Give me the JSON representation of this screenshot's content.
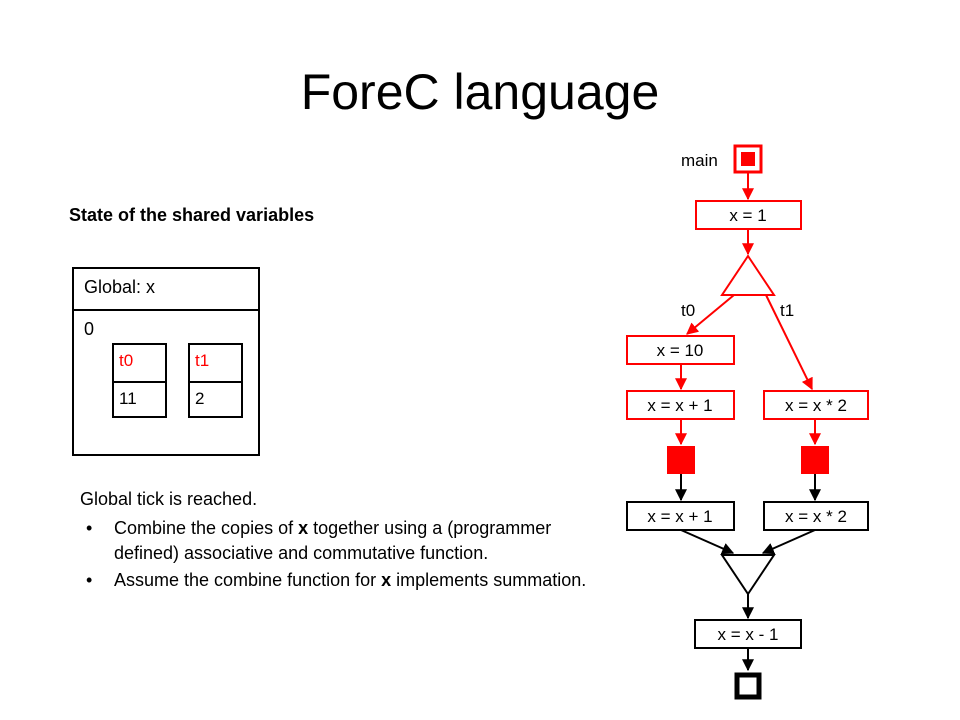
{
  "slide": {
    "title": "ForeC language",
    "subtitle": "State of the shared variables"
  },
  "global_state": {
    "header": "Global: x",
    "value": "0",
    "threads": [
      {
        "label": "t0",
        "value": "11"
      },
      {
        "label": "t1",
        "value": "2"
      }
    ]
  },
  "notes": {
    "lead": "Global tick is reached.",
    "bullet_char": "•",
    "bullet1": {
      "before": "Combine the copies of ",
      "bold": "x",
      "after": " together using a (programmer defined) associative and commutative function."
    },
    "bullet2": {
      "before": "Assume the combine function for ",
      "bold": "x",
      "after": " implements summation."
    }
  },
  "graph": {
    "main_label": "main",
    "branch_left": "t0",
    "branch_right": "t1",
    "node_x_eq_1": "x = 1",
    "node_t0_x_eq_10": "x = 10",
    "node_t0_x_plus_1_a": "x = x + 1",
    "node_t1_x_times_2_a": "x = x * 2",
    "node_t0_x_plus_1_b": "x = x + 1",
    "node_t1_x_times_2_b": "x = x * 2",
    "node_x_minus_1": "x = x - 1",
    "active_color": "#ff0000",
    "inactive_color": "#000000"
  }
}
